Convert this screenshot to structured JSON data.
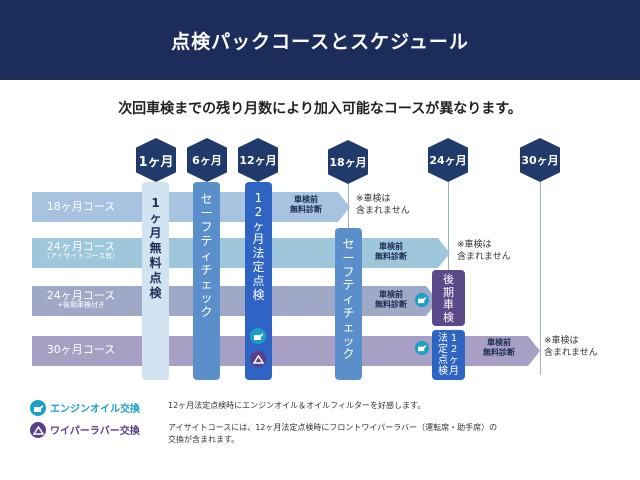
{
  "header": {
    "title": "点検パックコースとスケジュール"
  },
  "subtitle": "次回車検までの残り月数により加入可能なコースが異なります。",
  "milestones": [
    "1ヶ月",
    "6ヶ月",
    "12ヶ月",
    "18ヶ月",
    "24ヶ月",
    "30ヶ月"
  ],
  "rows": [
    {
      "line1": "18ヶ月コース",
      "line2": ""
    },
    {
      "line1": "24ヶ月コース",
      "line2": "（アイサイトコース有）"
    },
    {
      "line1": "24ヶ月コース",
      "line2": "+後期車検付き"
    },
    {
      "line1": "30ヶ月コース",
      "line2": ""
    }
  ],
  "columns": {
    "month1": [
      "1",
      "ヶ",
      "月",
      "無",
      "料",
      "点",
      "検"
    ],
    "safety6": [
      "セ",
      "ー",
      "フ",
      "テ",
      "ィ",
      "チ",
      "ェ",
      "ッ",
      "ク"
    ],
    "legal12": [
      "1",
      "2",
      "ヶ",
      "月",
      "法",
      "定",
      "点",
      "検"
    ],
    "safety18": [
      "セ",
      "ー",
      "フ",
      "テ",
      "ィ",
      "チ",
      "ェ",
      "ッ",
      "ク"
    ],
    "late_shaken": [
      "後",
      "期",
      "車",
      "検"
    ],
    "legal12_late": [
      "法",
      "定",
      "点",
      "検"
    ],
    "legal12_late_num": [
      "1",
      "2",
      "ヶ",
      "月"
    ]
  },
  "tags": {
    "pre_shaken_line1": "車検前",
    "pre_shaken_line2": "無料診断"
  },
  "notes": {
    "not_included_line1": "※車検は",
    "not_included_line2": "含まれません"
  },
  "legend": [
    {
      "title": "エンジンオイル交換",
      "icon": "oil-can-icon",
      "color": "#1aa0c8",
      "desc": "12ヶ月法定点検時にエンジンオイル＆オイルフィルターを好感します。"
    },
    {
      "title": "ワイパーラバー交換",
      "icon": "wiper-icon",
      "color": "#5a3f8a",
      "desc": "アイサイトコースには、12ヶ月法定点検時にフロントワイパーラバー（運転席・助手席）の交換が含まれます。"
    }
  ],
  "colors": {
    "header": "#1c2c5b",
    "hex": "#1f3a6b",
    "row1": "#a8c3df",
    "row2": "#9fc7dc",
    "row3": "#9fa9c7",
    "row4": "#a89fc4",
    "month1": "#d2e4f2",
    "safety": "#5b8fcc",
    "legal": "#2f64c4",
    "late": "#5a4a8a",
    "oil": "#1aa0c8",
    "wiper": "#5a3f8a"
  }
}
